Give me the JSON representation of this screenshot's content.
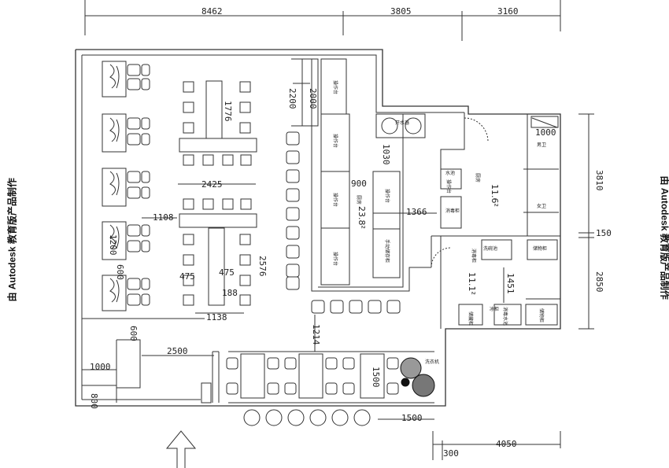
{
  "watermark": {
    "left": "由 Autodesk 教育版产品制作",
    "right": "由 Autodesk 教育版产品制作"
  },
  "dimensions": {
    "top_1": "8462",
    "top_2": "3805",
    "top_3": "3160",
    "right_1": "3810",
    "right_2": "150",
    "right_3": "2850",
    "bottom_1": "300",
    "bottom_2": "4050",
    "d2200": "2200",
    "d2000": "2000",
    "d1776": "1776",
    "d2425": "2425",
    "d1108": "1108",
    "d1200": "1200",
    "d600a": "600",
    "d2576": "2576",
    "d475a": "475",
    "d475b": "475",
    "d188": "188",
    "d1138": "1138",
    "d1030": "1030",
    "d900": "900",
    "d1366": "1366",
    "d1000a": "1000",
    "d1451": "1451",
    "d600b": "600",
    "d2500": "2500",
    "d1000b": "1000",
    "d800": "800",
    "d1214": "1214",
    "d1500a": "1500",
    "d1500b": "1500"
  },
  "areas": {
    "kitchen": "23.8²",
    "room_a": "11.6²",
    "room_b": "11.1²"
  },
  "labels": {
    "k1": "操作台",
    "k2": "操作台",
    "k3": "操作台",
    "k4": "操作台",
    "k5": "厨房",
    "k6": "操作台",
    "k7": "开水器",
    "k8": "操作台",
    "k9": "手动储存柜",
    "k10": "水池",
    "k11": "消毒柜",
    "k12": "洗碗池",
    "k13": "储物柜",
    "k14": "消毒柜",
    "k15": "厨房",
    "k16": "储藏柜",
    "k17": "消毒水池",
    "k18": "储物柜",
    "k19": "冰柜",
    "k20": "男卫",
    "k21": "女卫",
    "k22": "洗衣机"
  }
}
